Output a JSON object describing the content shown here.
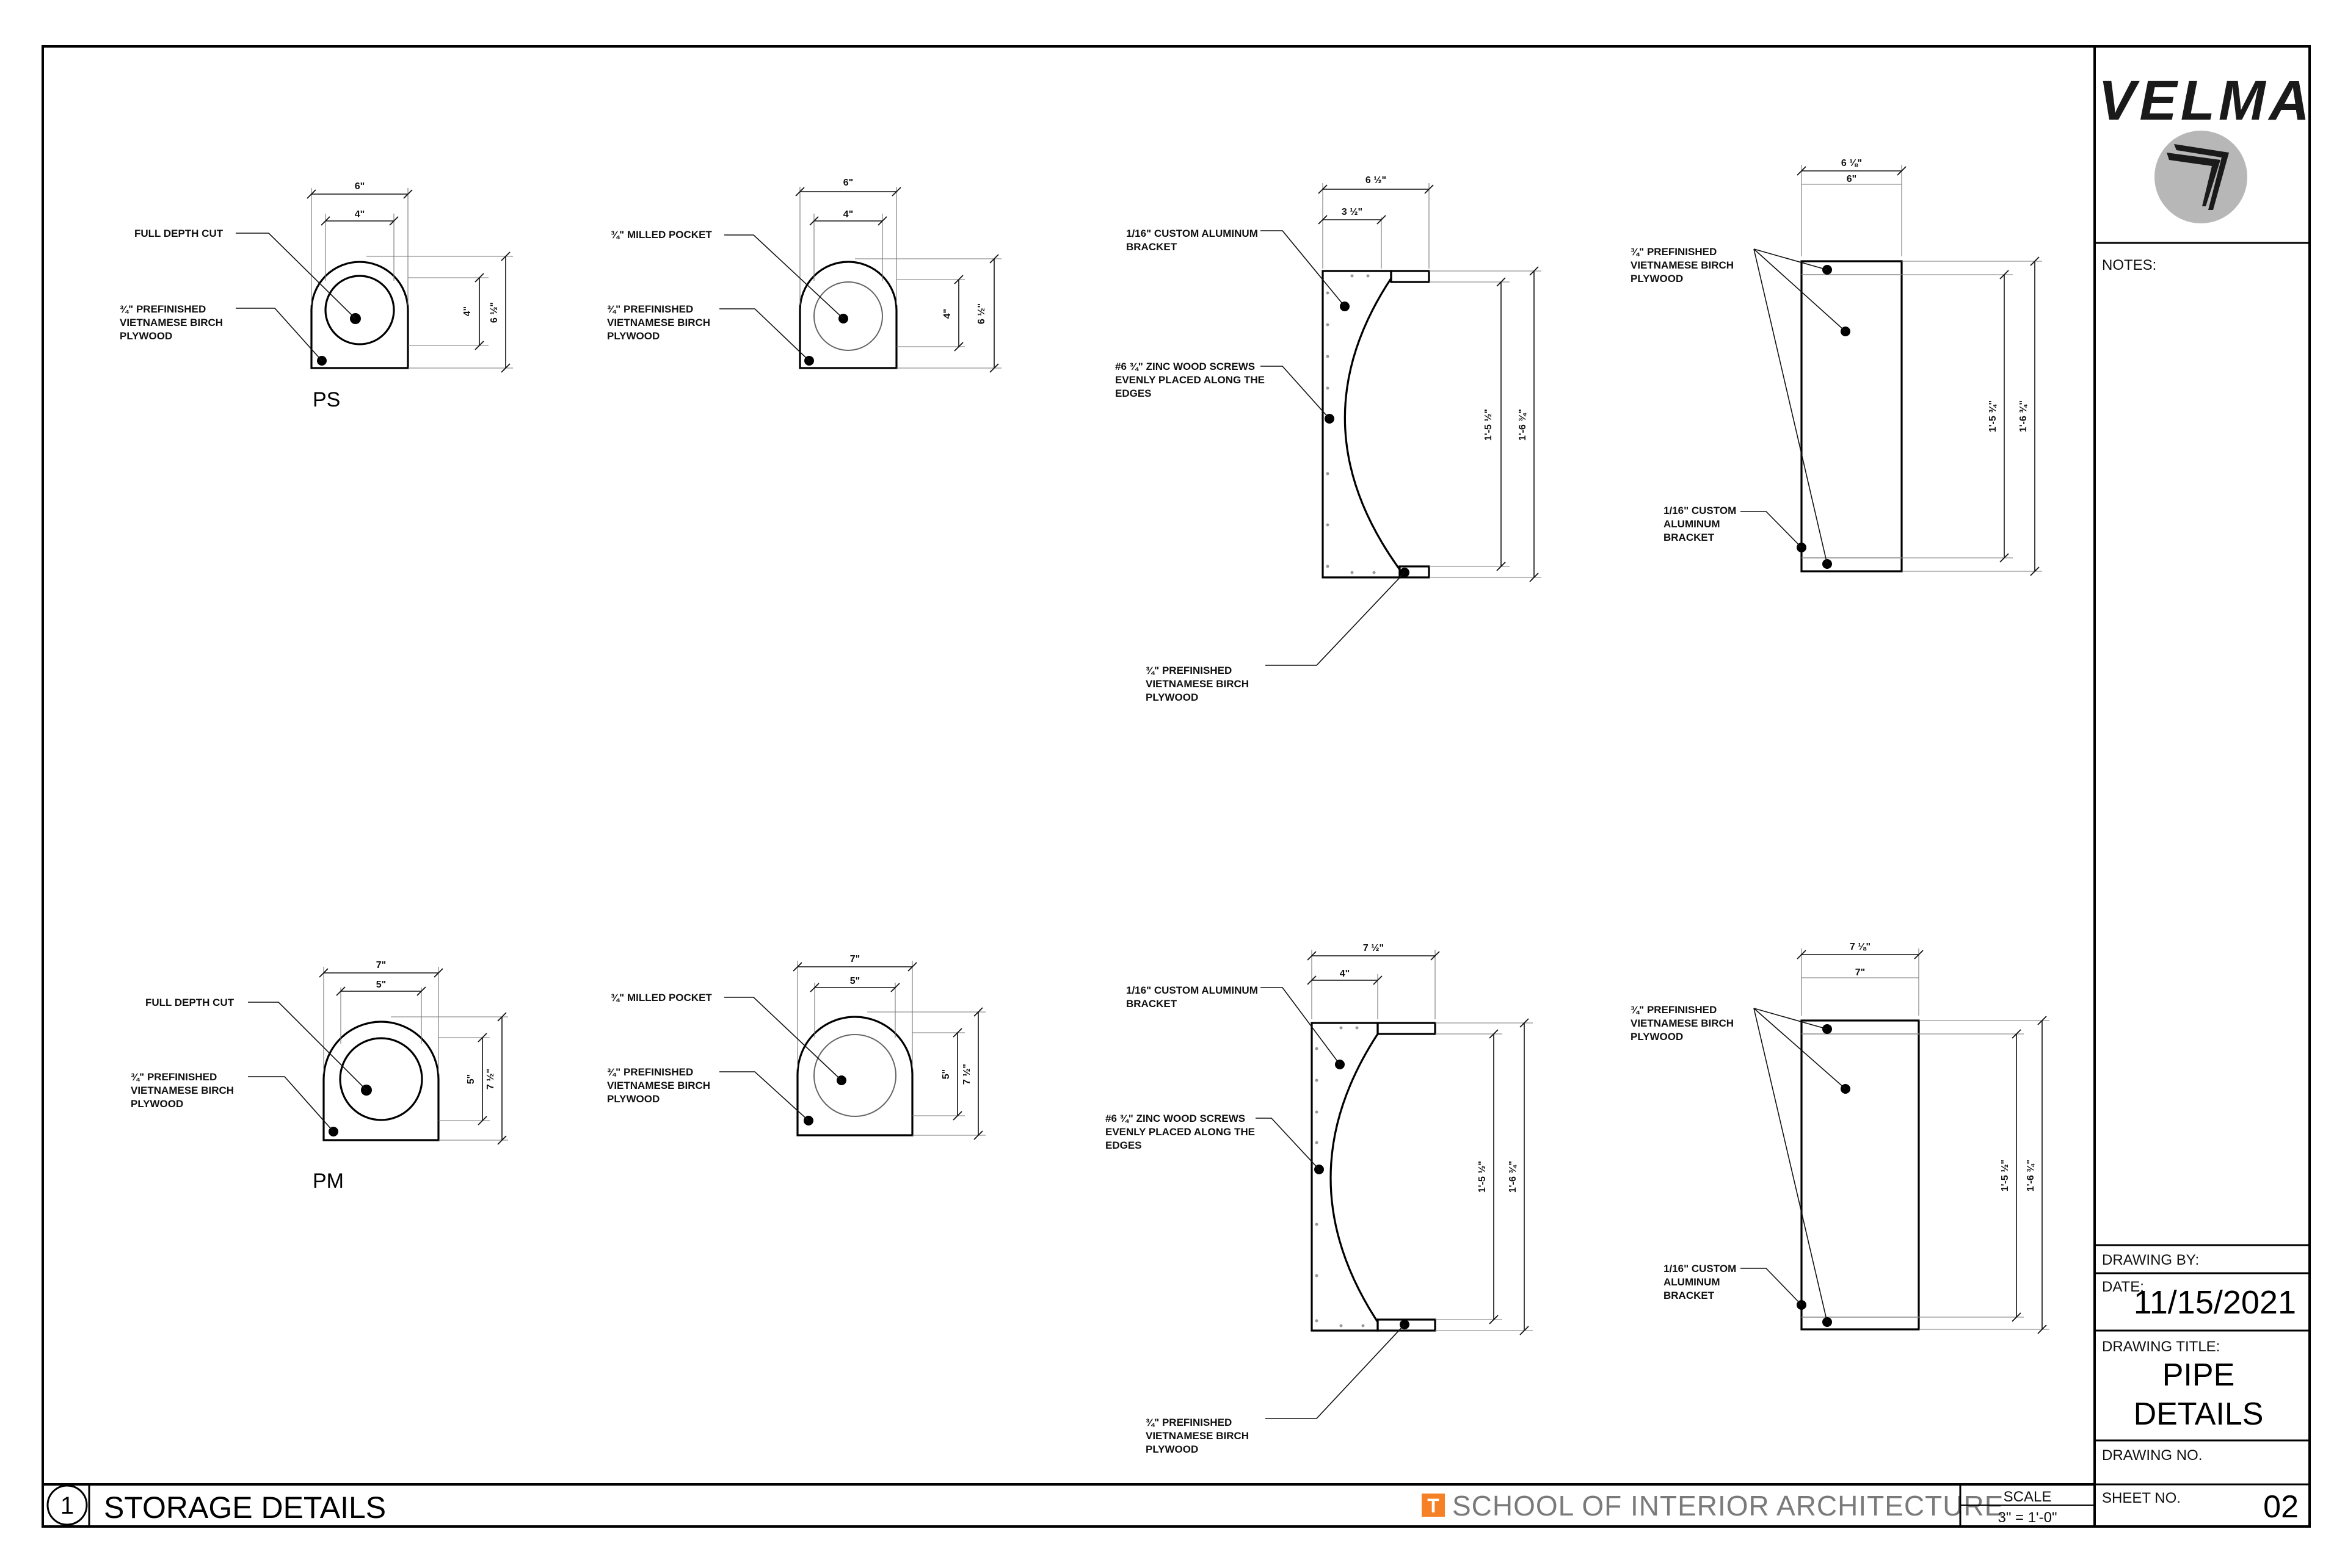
{
  "brand": {
    "name": "VELMA",
    "school": "SCHOOL OF INTERIOR ARCHITECTURE",
    "school_mark": "T",
    "accent": "#F58025"
  },
  "title_block": {
    "notes_label": "NOTES:",
    "drawing_by_label": "DRAWING BY:",
    "date_label": "DATE:",
    "date": "11/15/2021",
    "drawing_title_label": "DRAWING TITLE:",
    "drawing_title_line1": "PIPE",
    "drawing_title_line2": "DETAILS",
    "drawing_no_label": "DRAWING NO.",
    "sheet_no_label": "SHEET NO.",
    "sheet_no": "02",
    "scale_label": "SCALE",
    "scale_value": "3\" = 1'-0\""
  },
  "view": {
    "number": "1",
    "title": "STORAGE DETAILS"
  },
  "notes": {
    "full_depth_cut": "FULL DEPTH CUT",
    "milled_pocket": "¾\" MILLED POCKET",
    "plywood_l1": "¾\" PREFINISHED",
    "plywood_l2": "VIETNAMESE BIRCH",
    "plywood_l3": "PLYWOOD",
    "bracket_l1": "1/16\" CUSTOM ALUMINUM",
    "bracket_l2": "BRACKET",
    "screws_l1": "#6 ¾\" ZINC WOOD SCREWS",
    "screws_l2": "EVENLY PLACED ALONG THE",
    "screws_l3": "EDGES",
    "bracket_side_l1": "1/16\" CUSTOM",
    "bracket_side_l2": "ALUMINUM",
    "bracket_side_l3": "BRACKET"
  },
  "rows": [
    {
      "label": "PS",
      "plan_width": "6\"",
      "plan_inner": "4\"",
      "plan_dia": "4\"",
      "plan_depth": "6 ½\"",
      "section_width": "6 ½\"",
      "section_inner": "3 ½\"",
      "section_h1": "1'-5 ½\"",
      "section_h2": "1'-6 ¾\"",
      "side_width": "6 ⅛\"",
      "side_inner": "6\"",
      "side_h1": "1'-5 ¾\"",
      "side_h2": "1'-6 ¾\""
    },
    {
      "label": "PM",
      "plan_width": "7\"",
      "plan_inner": "5\"",
      "plan_dia": "5\"",
      "plan_depth": "7 ½\"",
      "section_width": "7 ½\"",
      "section_inner": "4\"",
      "section_h1": "1'-5 ½\"",
      "section_h2": "1'-6 ¾\"",
      "side_width": "7 ⅛\"",
      "side_inner": "7\"",
      "side_h1": "1'-5 ½\"",
      "side_h2": "1'-6 ¾\""
    }
  ]
}
